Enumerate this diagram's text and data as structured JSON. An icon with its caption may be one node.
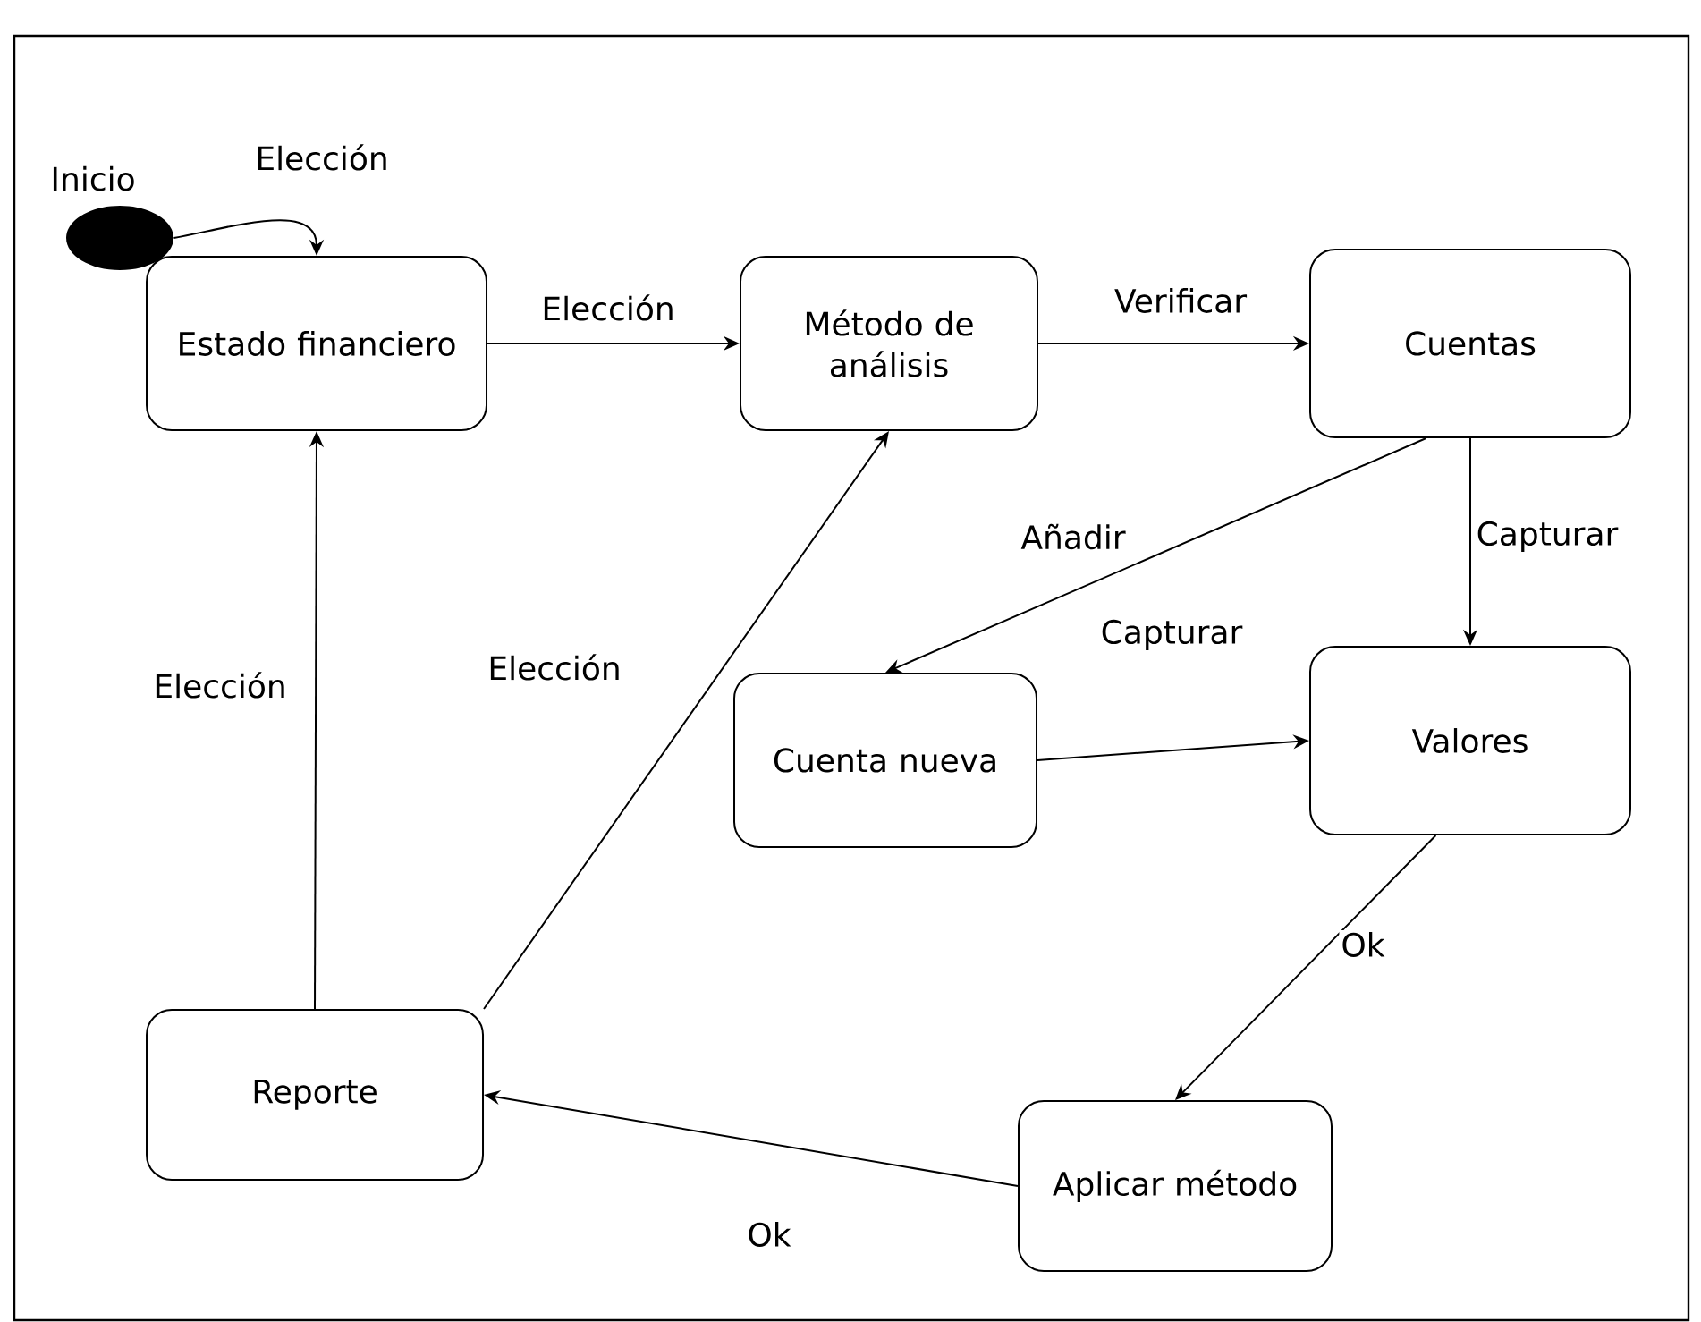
{
  "diagram": {
    "nodes": [
      {
        "text": [],
        "shape": "circle",
        "beside": [
          "Inicio"
        ]
      },
      {
        "text": [
          "Estado financiero"
        ]
      },
      {
        "text": [
          "Método de análisis"
        ]
      },
      {
        "text": [
          "Cuentas"
        ]
      },
      {
        "text": [
          "Cuenta nueva"
        ]
      },
      {
        "text": [
          "Valores"
        ]
      },
      {
        "text": [
          "Reporte"
        ]
      },
      {
        "text": [
          "Aplicar método"
        ]
      }
    ],
    "edges": [
      {
        "from": 0,
        "to": 1,
        "arrow": "to",
        "label": "Elección"
      },
      {
        "from": 1,
        "to": 2,
        "arrow": "to",
        "label": "Elección"
      },
      {
        "from": 2,
        "to": 3,
        "arrow": "to",
        "label": "Verificar"
      },
      {
        "from": 3,
        "to": 4,
        "arrow": "to",
        "label": "Añadir"
      },
      {
        "from": 3,
        "to": 5,
        "arrow": "to",
        "label": "Capturar"
      },
      {
        "from": 4,
        "to": 5,
        "arrow": "to",
        "label": "Capturar"
      },
      {
        "from": 5,
        "to": 7,
        "arrow": "to",
        "label": "Ok"
      },
      {
        "from": 7,
        "to": 6,
        "arrow": "to",
        "label": "Ok"
      },
      {
        "from": 6,
        "to": 1,
        "arrow": "to",
        "label": "Elección"
      },
      {
        "from": 6,
        "to": 2,
        "arrow": "to",
        "label": "Elección"
      }
    ]
  }
}
